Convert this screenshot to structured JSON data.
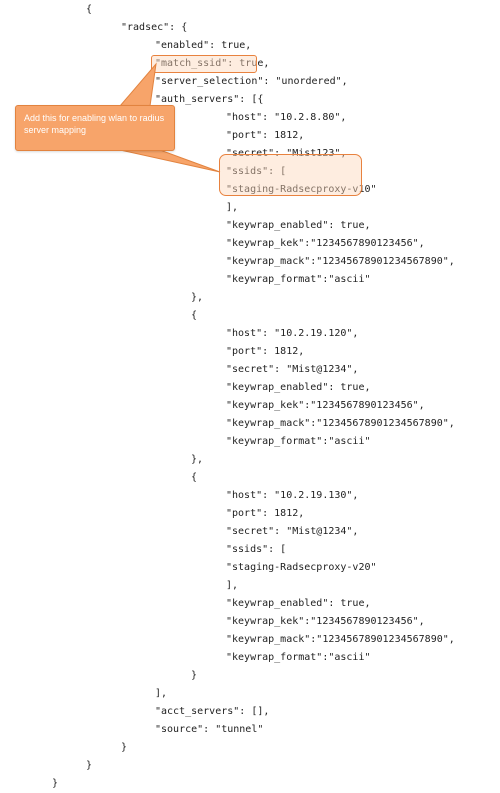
{
  "code_lines": [
    "{",
    "\"radsec\": {",
    "\"enabled\": true,",
    "\"match_ssid\": true,",
    "\"server_selection\": \"unordered\",",
    "\"auth_servers\": [{",
    "\"host\": \"10.2.8.80\",",
    "\"port\": 1812,",
    "\"secret\": \"Mist123\",",
    "\"ssids\": [",
    "\"staging-Radsecproxy-v10\"",
    "],",
    "\"keywrap_enabled\": true,",
    "\"keywrap_kek\":\"1234567890123456\",",
    "\"keywrap_mack\":\"12345678901234567890\",",
    "\"keywrap_format\":\"ascii\"",
    "},",
    "{",
    "\"host\": \"10.2.19.120\",",
    "\"port\": 1812,",
    "\"secret\": \"Mist@1234\",",
    "\"keywrap_enabled\": true,",
    "\"keywrap_kek\":\"1234567890123456\",",
    "\"keywrap_mack\":\"12345678901234567890\",",
    "\"keywrap_format\":\"ascii\"",
    "},",
    "{",
    "\"host\": \"10.2.19.130\",",
    "\"port\": 1812,",
    "\"secret\": \"Mist@1234\",",
    "\"ssids\": [",
    "\"staging-Radsecproxy-v20\"",
    "],",
    "\"keywrap_enabled\": true,",
    "\"keywrap_kek\":\"1234567890123456\",",
    "\"keywrap_mack\":\"12345678901234567890\",",
    "\"keywrap_format\":\"ascii\"",
    "}",
    "],",
    "\"acct_servers\": [],",
    "\"source\": \"tunnel\"",
    "}",
    "}",
    "}"
  ],
  "callout": {
    "text": "Add this for enabling wlan to radius server mapping"
  },
  "colors": {
    "highlight_border": "#e8823f",
    "highlight_fill": "#fcd8ba",
    "callout_fill": "#f7a46a",
    "text": "#1f1f1f"
  }
}
